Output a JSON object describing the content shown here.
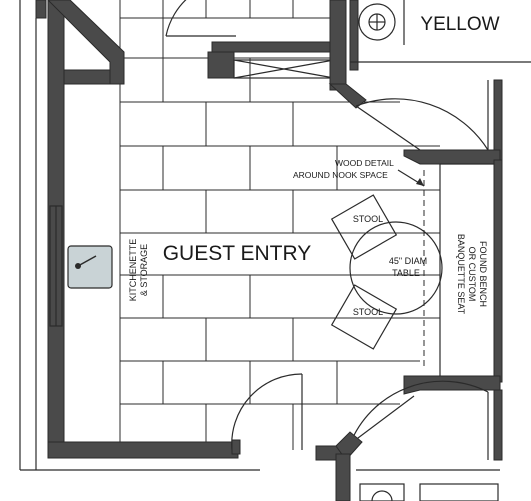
{
  "labels": {
    "yellow": "YELLOW",
    "guest_entry": "GUEST ENTRY",
    "wood_detail_line1": "WOOD DETAIL",
    "wood_detail_line2": "AROUND NOOK SPACE",
    "kitchenette_line1": "KITCHENETTE",
    "kitchenette_line2": "& STORAGE",
    "stool_top": "STOOL",
    "stool_bottom": "STOOL",
    "table_line1": "45\" DIAM",
    "table_line2": "TABLE",
    "bench_line1": "FOUND BENCH",
    "bench_line2": "OR CUSTOM",
    "bench_line3": "BANQUETTE SEAT"
  },
  "colors": {
    "wall": "#4a4a4a",
    "line": "#2b2b2b",
    "fixture_fill": "#c9d3d6"
  }
}
